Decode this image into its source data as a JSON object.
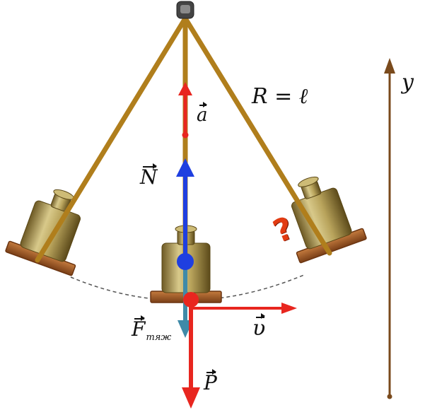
{
  "labels": {
    "a": "a",
    "N": "N",
    "F": "F",
    "F_sub": "тяж",
    "v": "υ",
    "P": "P",
    "R": "R = ℓ",
    "y": "y",
    "question": "?"
  },
  "colors": {
    "rod": "#b07e1c",
    "acceleration": "#e8261f",
    "normal": "#1f3fe0",
    "gravity": "#3f8aa8",
    "velocity": "#e8261f",
    "weight": "#e8261f",
    "y_axis": "#7a4a1c",
    "pivot": "#555555",
    "base": "#9a5a2a"
  },
  "icons": [
    "pivot-icon",
    "weight-icon"
  ]
}
